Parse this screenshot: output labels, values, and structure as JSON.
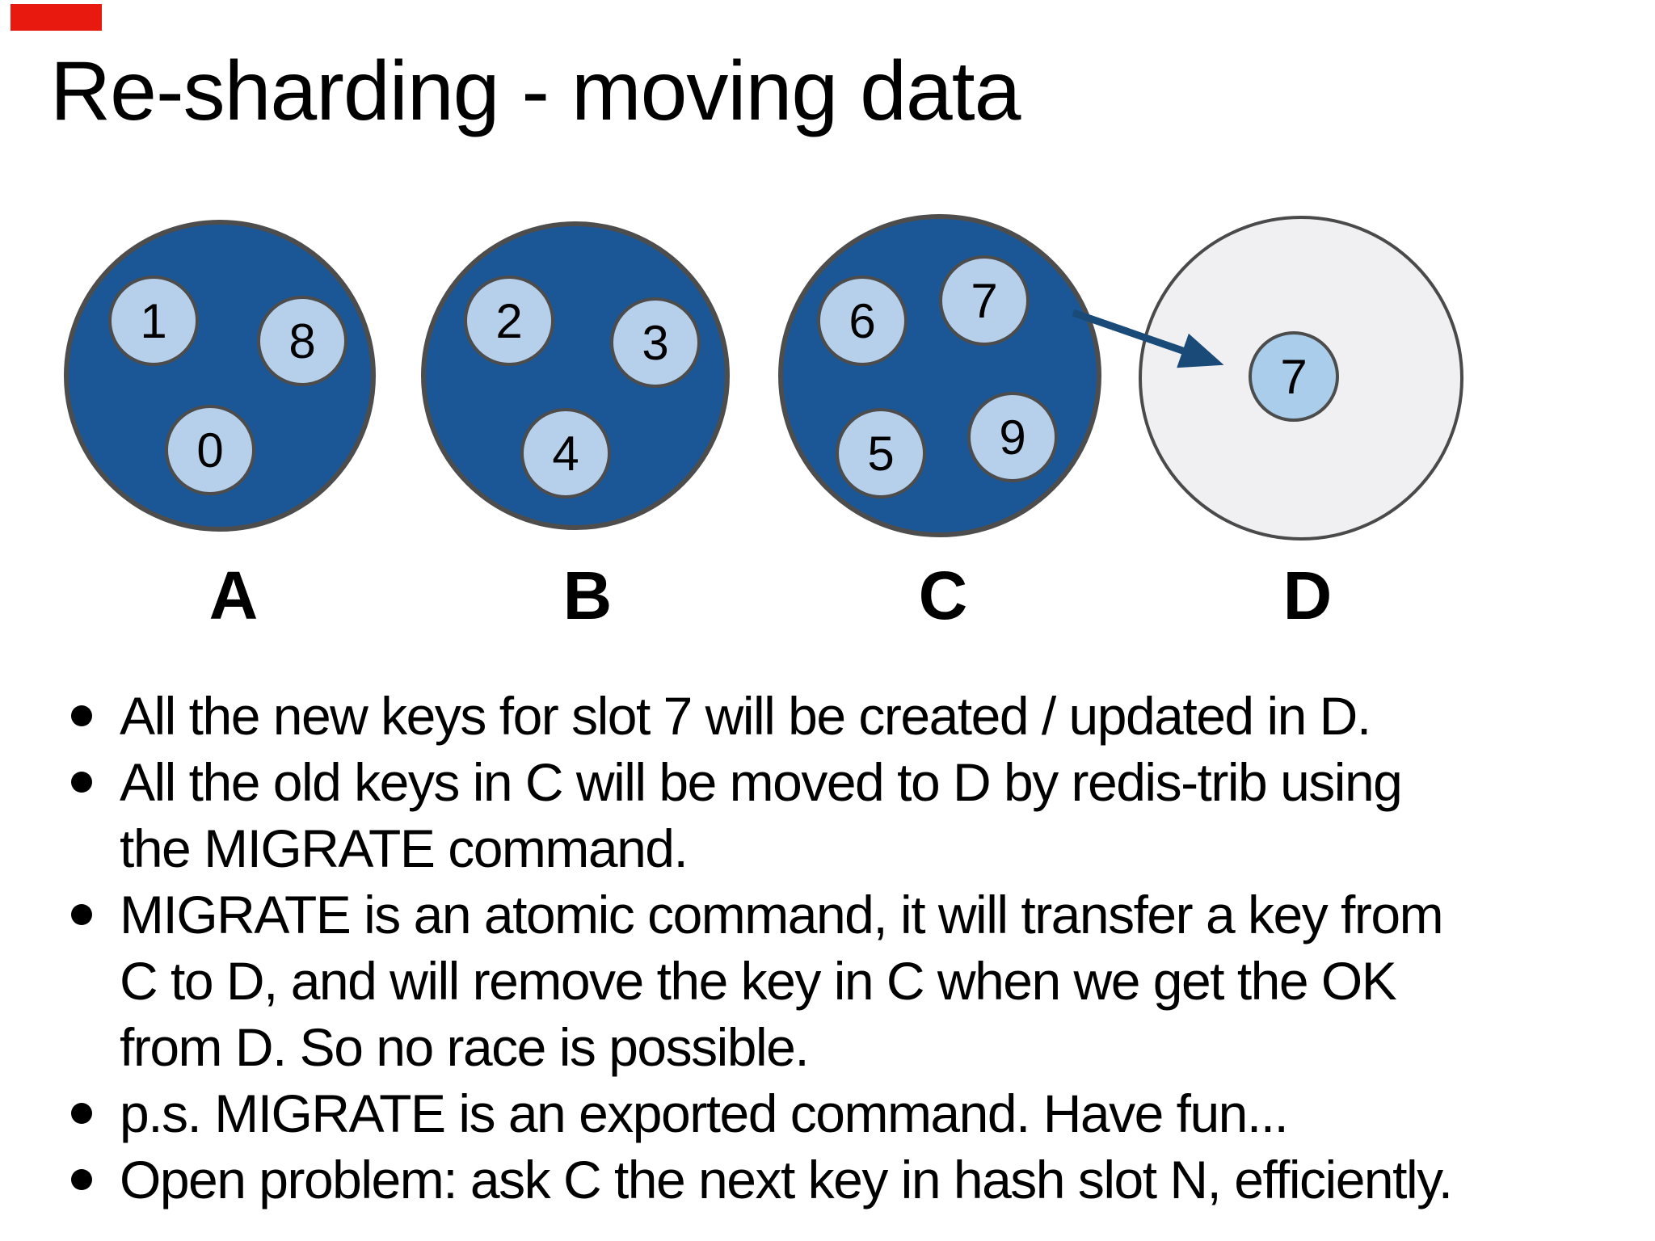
{
  "slide": {
    "title": "Re-sharding - moving data"
  },
  "indicator": {
    "description": "red recording marker",
    "color": "#e8190f"
  },
  "diagram": {
    "nodes": [
      {
        "id": "A",
        "label": "A",
        "filled": true,
        "slots": [
          "1",
          "8",
          "0"
        ]
      },
      {
        "id": "B",
        "label": "B",
        "filled": true,
        "slots": [
          "2",
          "3",
          "4"
        ]
      },
      {
        "id": "C",
        "label": "C",
        "filled": true,
        "slots": [
          "6",
          "7",
          "5",
          "9"
        ]
      },
      {
        "id": "D",
        "label": "D",
        "filled": false,
        "slots": [
          "7"
        ]
      }
    ],
    "arrow": {
      "from": "C",
      "to": "D"
    }
  },
  "bullets": [
    {
      "text": "All the new keys for slot 7 will be created / updated in D."
    },
    {
      "text": "All the old keys in C will be moved to D by redis-trib using\nthe MIGRATE command."
    },
    {
      "text": "MIGRATE is an atomic command, it will transfer a key from\nC to D, and will remove the key in C when we get the OK\nfrom D. So no race is possible."
    },
    {
      "text": "p.s. MIGRATE is an exported command. Have fun..."
    },
    {
      "text": "Open problem: ask C the next key in hash slot N, efficiently."
    }
  ],
  "colors": {
    "node_fill": "#1b5796",
    "node_border": "#4d4d4d",
    "slot_fill": "#b6d0ec",
    "slot_fill_d": "#a9cdeb",
    "empty_node_fill": "#f0f0f3",
    "arrow": "#1a4b78",
    "recording_marker": "#e8190f",
    "text": "#000000"
  }
}
